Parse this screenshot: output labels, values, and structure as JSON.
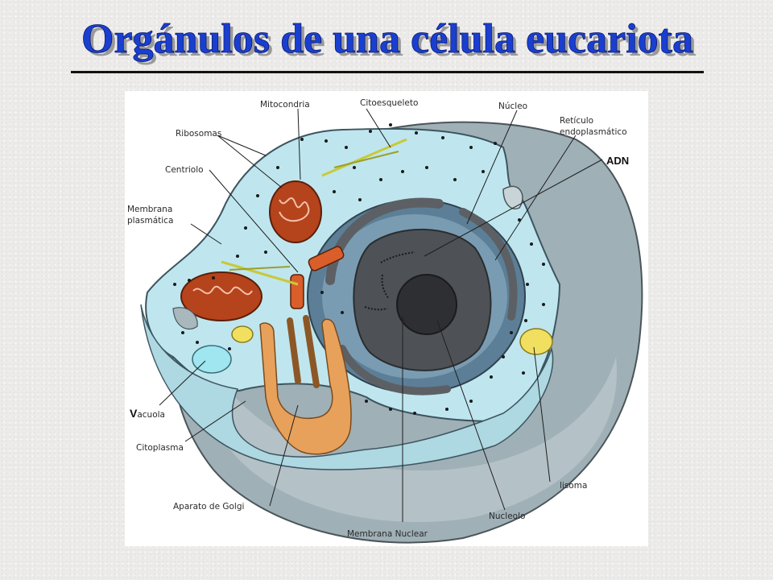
{
  "title": "Orgánulos de una célula eucariota",
  "labels": {
    "mitocondria": "Mitocondria",
    "citoesqueleto": "Citoesqueleto",
    "nucleo": "Núcleo",
    "reticulo_1": "Retículo",
    "reticulo_2": "endoplasmático",
    "adn": "ADN",
    "ribosomas": "Ribosomas",
    "centriolo": "Centriolo",
    "membrana_1": "Membrana",
    "membrana_2": "plasmática",
    "vacuola_initial": "V",
    "vacuola_rest": "acuola",
    "citoplasma": "Citoplasma",
    "golgi": "Aparato de Golgi",
    "lisosoma": "lisoma",
    "nucleolo": "Nucleolo",
    "membrana_nuclear": "Membrana Nuclear"
  },
  "colors": {
    "title_fill": "#1a3fd0",
    "title_shadow": "#9a9a9a",
    "cytoplasm": "#bfe6ee",
    "cell_gray": "#9fb0b6",
    "nucleus_dark": "#4e5256",
    "mitochondria": "#b5431c",
    "golgi": "#e8a15a",
    "vacuole": "#9fe6f0",
    "lysosome": "#f1e060"
  }
}
